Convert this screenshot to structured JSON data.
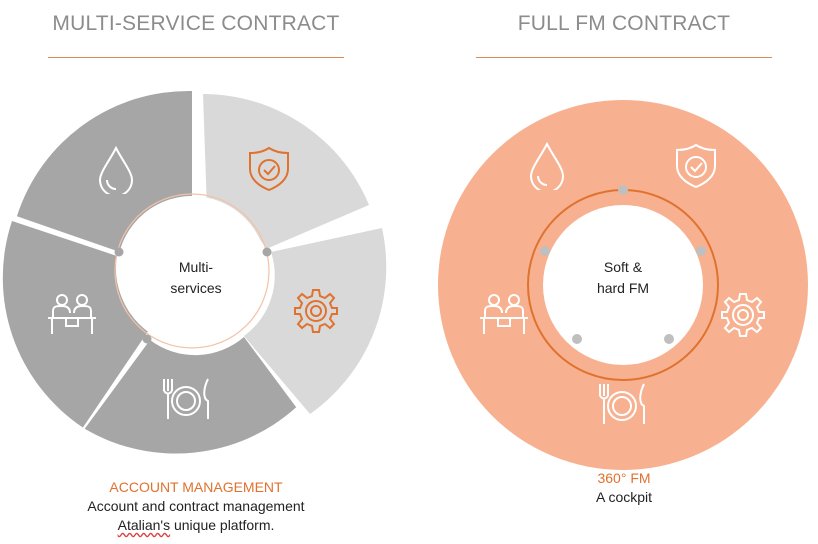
{
  "left": {
    "title": "MULTI-SERVICE CONTRACT",
    "center_line1": "Multi-",
    "center_line2": "services",
    "caption_heading": "ACCOUNT MANAGEMENT",
    "caption_line1": "Account and contract management",
    "caption_line2_word1": "Atalian's",
    "caption_line2_rest": " unique platform."
  },
  "right": {
    "title": "FULL FM CONTRACT",
    "center_line1": "Soft &",
    "center_line2": "hard FM",
    "caption_heading": "360° FM",
    "caption_line1": "A cockpit"
  },
  "icons": [
    "water-drop-icon",
    "shield-check-icon",
    "gear-icon",
    "dining-icon",
    "people-meeting-icon"
  ],
  "colors": {
    "accent": "#e0722f",
    "grey_dark": "#a6a6a6",
    "grey_light": "#d9d9d9",
    "salmon": "#f7b190",
    "title_grey": "#8c8c8c"
  }
}
